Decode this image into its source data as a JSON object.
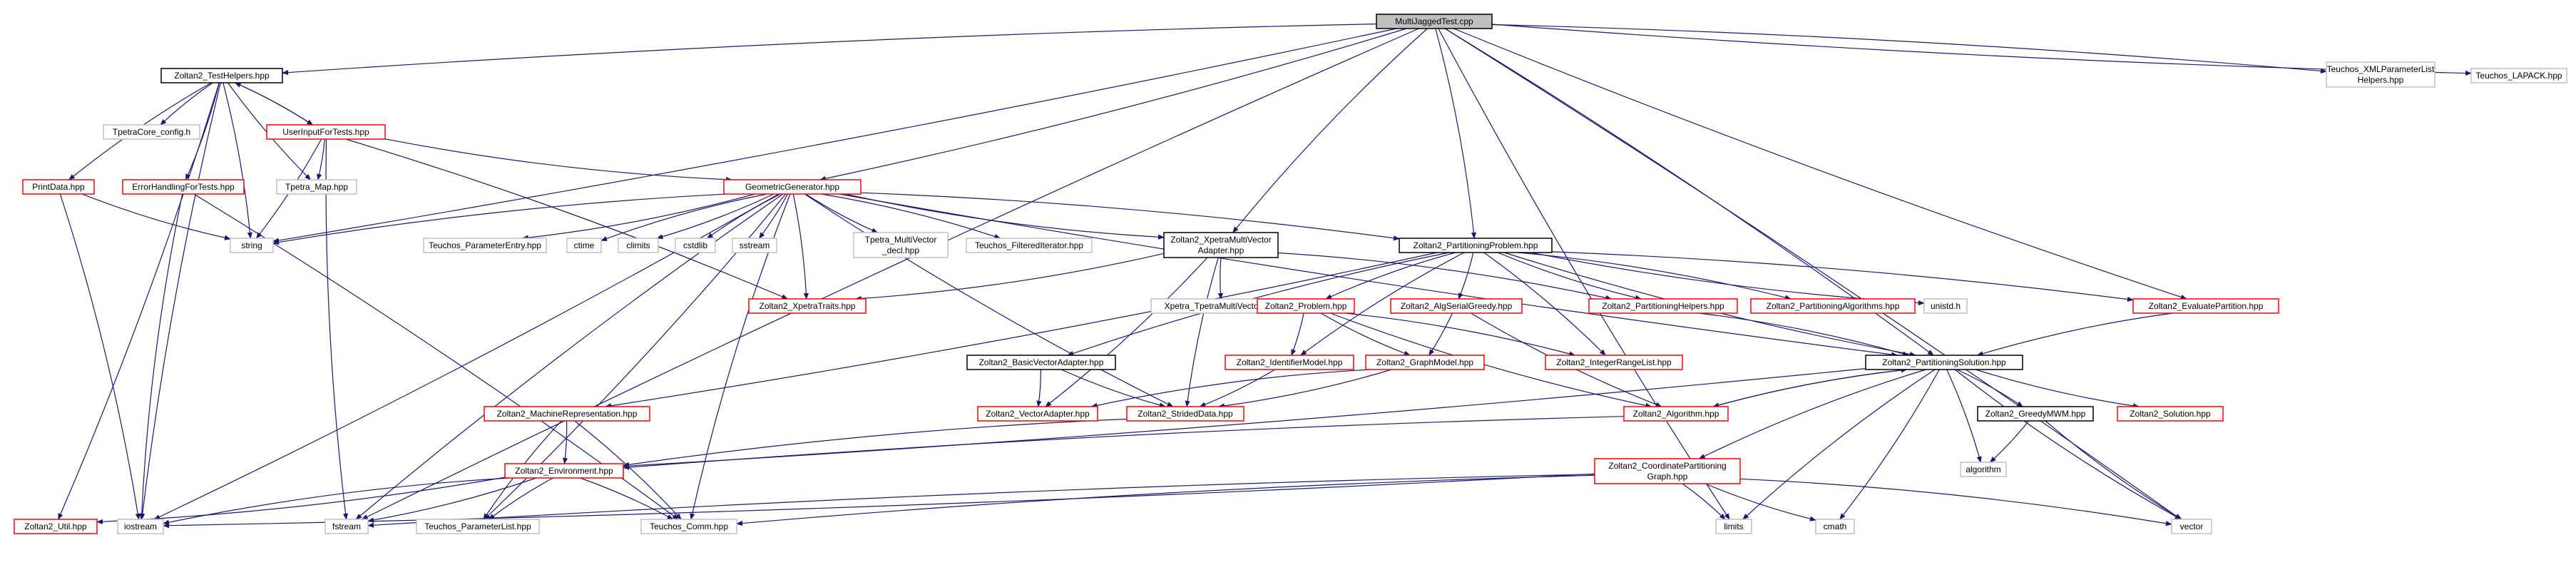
{
  "colors": {
    "edge": "#191970",
    "focus_fill": "#bfbfbf",
    "focus_border": "#000000",
    "documented_border": "#000000",
    "link_border": "#ff0000",
    "external_border": "#bfbfbf",
    "text": "#000000"
  },
  "nodes": [
    {
      "id": "mjt",
      "lines": [
        "MultiJaggedTest.cpp"
      ],
      "kind": "focus"
    },
    {
      "id": "th",
      "lines": [
        "Zoltan2_TestHelpers.hpp"
      ],
      "kind": "documented"
    },
    {
      "id": "xml",
      "lines": [
        "Teuchos_XMLParameterList",
        "Helpers.hpp"
      ],
      "kind": "external"
    },
    {
      "id": "lapack",
      "lines": [
        "Teuchos_LAPACK.hpp"
      ],
      "kind": "external"
    },
    {
      "id": "tpcfg",
      "lines": [
        "TpetraCore_config.h"
      ],
      "kind": "external"
    },
    {
      "id": "uift",
      "lines": [
        "UserInputForTests.hpp"
      ],
      "kind": "link"
    },
    {
      "id": "pd",
      "lines": [
        "PrintData.hpp"
      ],
      "kind": "link"
    },
    {
      "id": "ehft",
      "lines": [
        "ErrorHandlingForTests.hpp"
      ],
      "kind": "link"
    },
    {
      "id": "tmap",
      "lines": [
        "Tpetra_Map.hpp"
      ],
      "kind": "external"
    },
    {
      "id": "gg",
      "lines": [
        "GeometricGenerator.hpp"
      ],
      "kind": "link"
    },
    {
      "id": "string",
      "lines": [
        "string"
      ],
      "kind": "external"
    },
    {
      "id": "tpe",
      "lines": [
        "Teuchos_ParameterEntry.hpp"
      ],
      "kind": "external"
    },
    {
      "id": "ctime",
      "lines": [
        "ctime"
      ],
      "kind": "external"
    },
    {
      "id": "climits",
      "lines": [
        "climits"
      ],
      "kind": "external"
    },
    {
      "id": "cstdlib",
      "lines": [
        "cstdlib"
      ],
      "kind": "external"
    },
    {
      "id": "sstream",
      "lines": [
        "sstream"
      ],
      "kind": "external"
    },
    {
      "id": "tmvd",
      "lines": [
        "Tpetra_MultiVector",
        "_decl.hpp"
      ],
      "kind": "external"
    },
    {
      "id": "tfi",
      "lines": [
        "Teuchos_FilteredIterator.hpp"
      ],
      "kind": "external"
    },
    {
      "id": "xmva",
      "lines": [
        "Zoltan2_XpetraMultiVector",
        "Adapter.hpp"
      ],
      "kind": "documented"
    },
    {
      "id": "pp",
      "lines": [
        "Zoltan2_PartitioningProblem.hpp"
      ],
      "kind": "documented"
    },
    {
      "id": "xt",
      "lines": [
        "Zoltan2_XpetraTraits.hpp"
      ],
      "kind": "link"
    },
    {
      "id": "xtmv",
      "lines": [
        "Xpetra_TpetraMultiVector.hpp"
      ],
      "kind": "external"
    },
    {
      "id": "prob",
      "lines": [
        "Zoltan2_Problem.hpp"
      ],
      "kind": "link"
    },
    {
      "id": "asg",
      "lines": [
        "Zoltan2_AlgSerialGreedy.hpp"
      ],
      "kind": "link"
    },
    {
      "id": "ph",
      "lines": [
        "Zoltan2_PartitioningHelpers.hpp"
      ],
      "kind": "link"
    },
    {
      "id": "palg",
      "lines": [
        "Zoltan2_PartitioningAlgorithms.hpp"
      ],
      "kind": "link"
    },
    {
      "id": "unistd",
      "lines": [
        "unistd.h"
      ],
      "kind": "external"
    },
    {
      "id": "ep",
      "lines": [
        "Zoltan2_EvaluatePartition.hpp"
      ],
      "kind": "link"
    },
    {
      "id": "bva",
      "lines": [
        "Zoltan2_BasicVectorAdapter.hpp"
      ],
      "kind": "documented"
    },
    {
      "id": "idm",
      "lines": [
        "Zoltan2_IdentifierModel.hpp"
      ],
      "kind": "link"
    },
    {
      "id": "gm",
      "lines": [
        "Zoltan2_GraphModel.hpp"
      ],
      "kind": "link"
    },
    {
      "id": "irl",
      "lines": [
        "Zoltan2_IntegerRangeList.hpp"
      ],
      "kind": "link"
    },
    {
      "id": "ps",
      "lines": [
        "Zoltan2_PartitioningSolution.hpp"
      ],
      "kind": "documented"
    },
    {
      "id": "mr",
      "lines": [
        "Zoltan2_MachineRepresentation.hpp"
      ],
      "kind": "link"
    },
    {
      "id": "va",
      "lines": [
        "Zoltan2_VectorAdapter.hpp"
      ],
      "kind": "link"
    },
    {
      "id": "sd",
      "lines": [
        "Zoltan2_StridedData.hpp"
      ],
      "kind": "link"
    },
    {
      "id": "alg",
      "lines": [
        "Zoltan2_Algorithm.hpp"
      ],
      "kind": "link"
    },
    {
      "id": "gmwm",
      "lines": [
        "Zoltan2_GreedyMWM.hpp"
      ],
      "kind": "documented"
    },
    {
      "id": "sol",
      "lines": [
        "Zoltan2_Solution.hpp"
      ],
      "kind": "link"
    },
    {
      "id": "env",
      "lines": [
        "Zoltan2_Environment.hpp"
      ],
      "kind": "link"
    },
    {
      "id": "cpg",
      "lines": [
        "Zoltan2_CoordinatePartitioning",
        "Graph.hpp"
      ],
      "kind": "link"
    },
    {
      "id": "algorithm",
      "lines": [
        "algorithm"
      ],
      "kind": "external"
    },
    {
      "id": "util",
      "lines": [
        "Zoltan2_Util.hpp"
      ],
      "kind": "link"
    },
    {
      "id": "iostream",
      "lines": [
        "iostream"
      ],
      "kind": "external"
    },
    {
      "id": "fstream",
      "lines": [
        "fstream"
      ],
      "kind": "external"
    },
    {
      "id": "tpl",
      "lines": [
        "Teuchos_ParameterList.hpp"
      ],
      "kind": "external"
    },
    {
      "id": "tcomm",
      "lines": [
        "Teuchos_Comm.hpp"
      ],
      "kind": "external"
    },
    {
      "id": "limits",
      "lines": [
        "limits"
      ],
      "kind": "external"
    },
    {
      "id": "cmath",
      "lines": [
        "cmath"
      ],
      "kind": "external"
    },
    {
      "id": "vector",
      "lines": [
        "vector"
      ],
      "kind": "external"
    }
  ],
  "edges": [
    [
      "mjt",
      "th"
    ],
    [
      "mjt",
      "xml"
    ],
    [
      "mjt",
      "lapack"
    ],
    [
      "mjt",
      "string"
    ],
    [
      "mjt",
      "fstream"
    ],
    [
      "mjt",
      "gg"
    ],
    [
      "mjt",
      "xmva"
    ],
    [
      "mjt",
      "pp"
    ],
    [
      "mjt",
      "ep"
    ],
    [
      "mjt",
      "ps"
    ],
    [
      "mjt",
      "limits"
    ],
    [
      "mjt",
      "vector"
    ],
    [
      "th",
      "tpcfg"
    ],
    [
      "th",
      "uift"
    ],
    [
      "th",
      "pd"
    ],
    [
      "th",
      "ehft"
    ],
    [
      "th",
      "tmap"
    ],
    [
      "th",
      "string"
    ],
    [
      "th",
      "iostream"
    ],
    [
      "th",
      "util"
    ],
    [
      "uift",
      "th"
    ],
    [
      "uift",
      "tmap"
    ],
    [
      "uift",
      "gg"
    ],
    [
      "uift",
      "string"
    ],
    [
      "uift",
      "fstream"
    ],
    [
      "uift",
      "xt"
    ],
    [
      "pd",
      "string"
    ],
    [
      "pd",
      "iostream"
    ],
    [
      "ehft",
      "iostream"
    ],
    [
      "ehft",
      "tcomm"
    ],
    [
      "gg",
      "string"
    ],
    [
      "gg",
      "tpe"
    ],
    [
      "gg",
      "ctime"
    ],
    [
      "gg",
      "climits"
    ],
    [
      "gg",
      "cstdlib"
    ],
    [
      "gg",
      "sstream"
    ],
    [
      "gg",
      "tmvd"
    ],
    [
      "gg",
      "tfi"
    ],
    [
      "gg",
      "xmva"
    ],
    [
      "gg",
      "pp"
    ],
    [
      "gg",
      "ps"
    ],
    [
      "gg",
      "iostream"
    ],
    [
      "gg",
      "fstream"
    ],
    [
      "gg",
      "tpl"
    ],
    [
      "gg",
      "tcomm"
    ],
    [
      "gg",
      "xt"
    ],
    [
      "gg",
      "sd"
    ],
    [
      "xmva",
      "xt"
    ],
    [
      "xmva",
      "xtmv"
    ],
    [
      "xmva",
      "va"
    ],
    [
      "xmva",
      "sd"
    ],
    [
      "xmva",
      "ph"
    ],
    [
      "pp",
      "prob"
    ],
    [
      "pp",
      "asg"
    ],
    [
      "pp",
      "ph"
    ],
    [
      "pp",
      "palg"
    ],
    [
      "pp",
      "unistd"
    ],
    [
      "pp",
      "ep"
    ],
    [
      "pp",
      "bva"
    ],
    [
      "pp",
      "mr"
    ],
    [
      "pp",
      "idm"
    ],
    [
      "pp",
      "irl"
    ],
    [
      "pp",
      "ps"
    ],
    [
      "prob",
      "idm"
    ],
    [
      "prob",
      "gm"
    ],
    [
      "prob",
      "irl"
    ],
    [
      "prob",
      "alg"
    ],
    [
      "asg",
      "gm"
    ],
    [
      "asg",
      "alg"
    ],
    [
      "ph",
      "ps"
    ],
    [
      "ep",
      "ps"
    ],
    [
      "bva",
      "va"
    ],
    [
      "bva",
      "sd"
    ],
    [
      "idm",
      "sd"
    ],
    [
      "gm",
      "va"
    ],
    [
      "gm",
      "sd"
    ],
    [
      "ps",
      "alg"
    ],
    [
      "ps",
      "gmwm"
    ],
    [
      "ps",
      "sol"
    ],
    [
      "ps",
      "algorithm"
    ],
    [
      "ps",
      "cpg"
    ],
    [
      "ps",
      "env"
    ],
    [
      "ps",
      "limits"
    ],
    [
      "ps",
      "cmath"
    ],
    [
      "ps",
      "vector"
    ],
    [
      "alg",
      "ps"
    ],
    [
      "alg",
      "env"
    ],
    [
      "gmwm",
      "algorithm"
    ],
    [
      "gmwm",
      "vector"
    ],
    [
      "mr",
      "env"
    ],
    [
      "mr",
      "tpl"
    ],
    [
      "mr",
      "tcomm"
    ],
    [
      "sd",
      "env"
    ],
    [
      "env",
      "util"
    ],
    [
      "env",
      "iostream"
    ],
    [
      "env",
      "fstream"
    ],
    [
      "env",
      "tpl"
    ],
    [
      "env",
      "tcomm"
    ],
    [
      "cpg",
      "fstream"
    ],
    [
      "cpg",
      "iostream"
    ],
    [
      "cpg",
      "tcomm"
    ],
    [
      "cpg",
      "limits"
    ],
    [
      "cpg",
      "cmath"
    ],
    [
      "cpg",
      "vector"
    ]
  ]
}
